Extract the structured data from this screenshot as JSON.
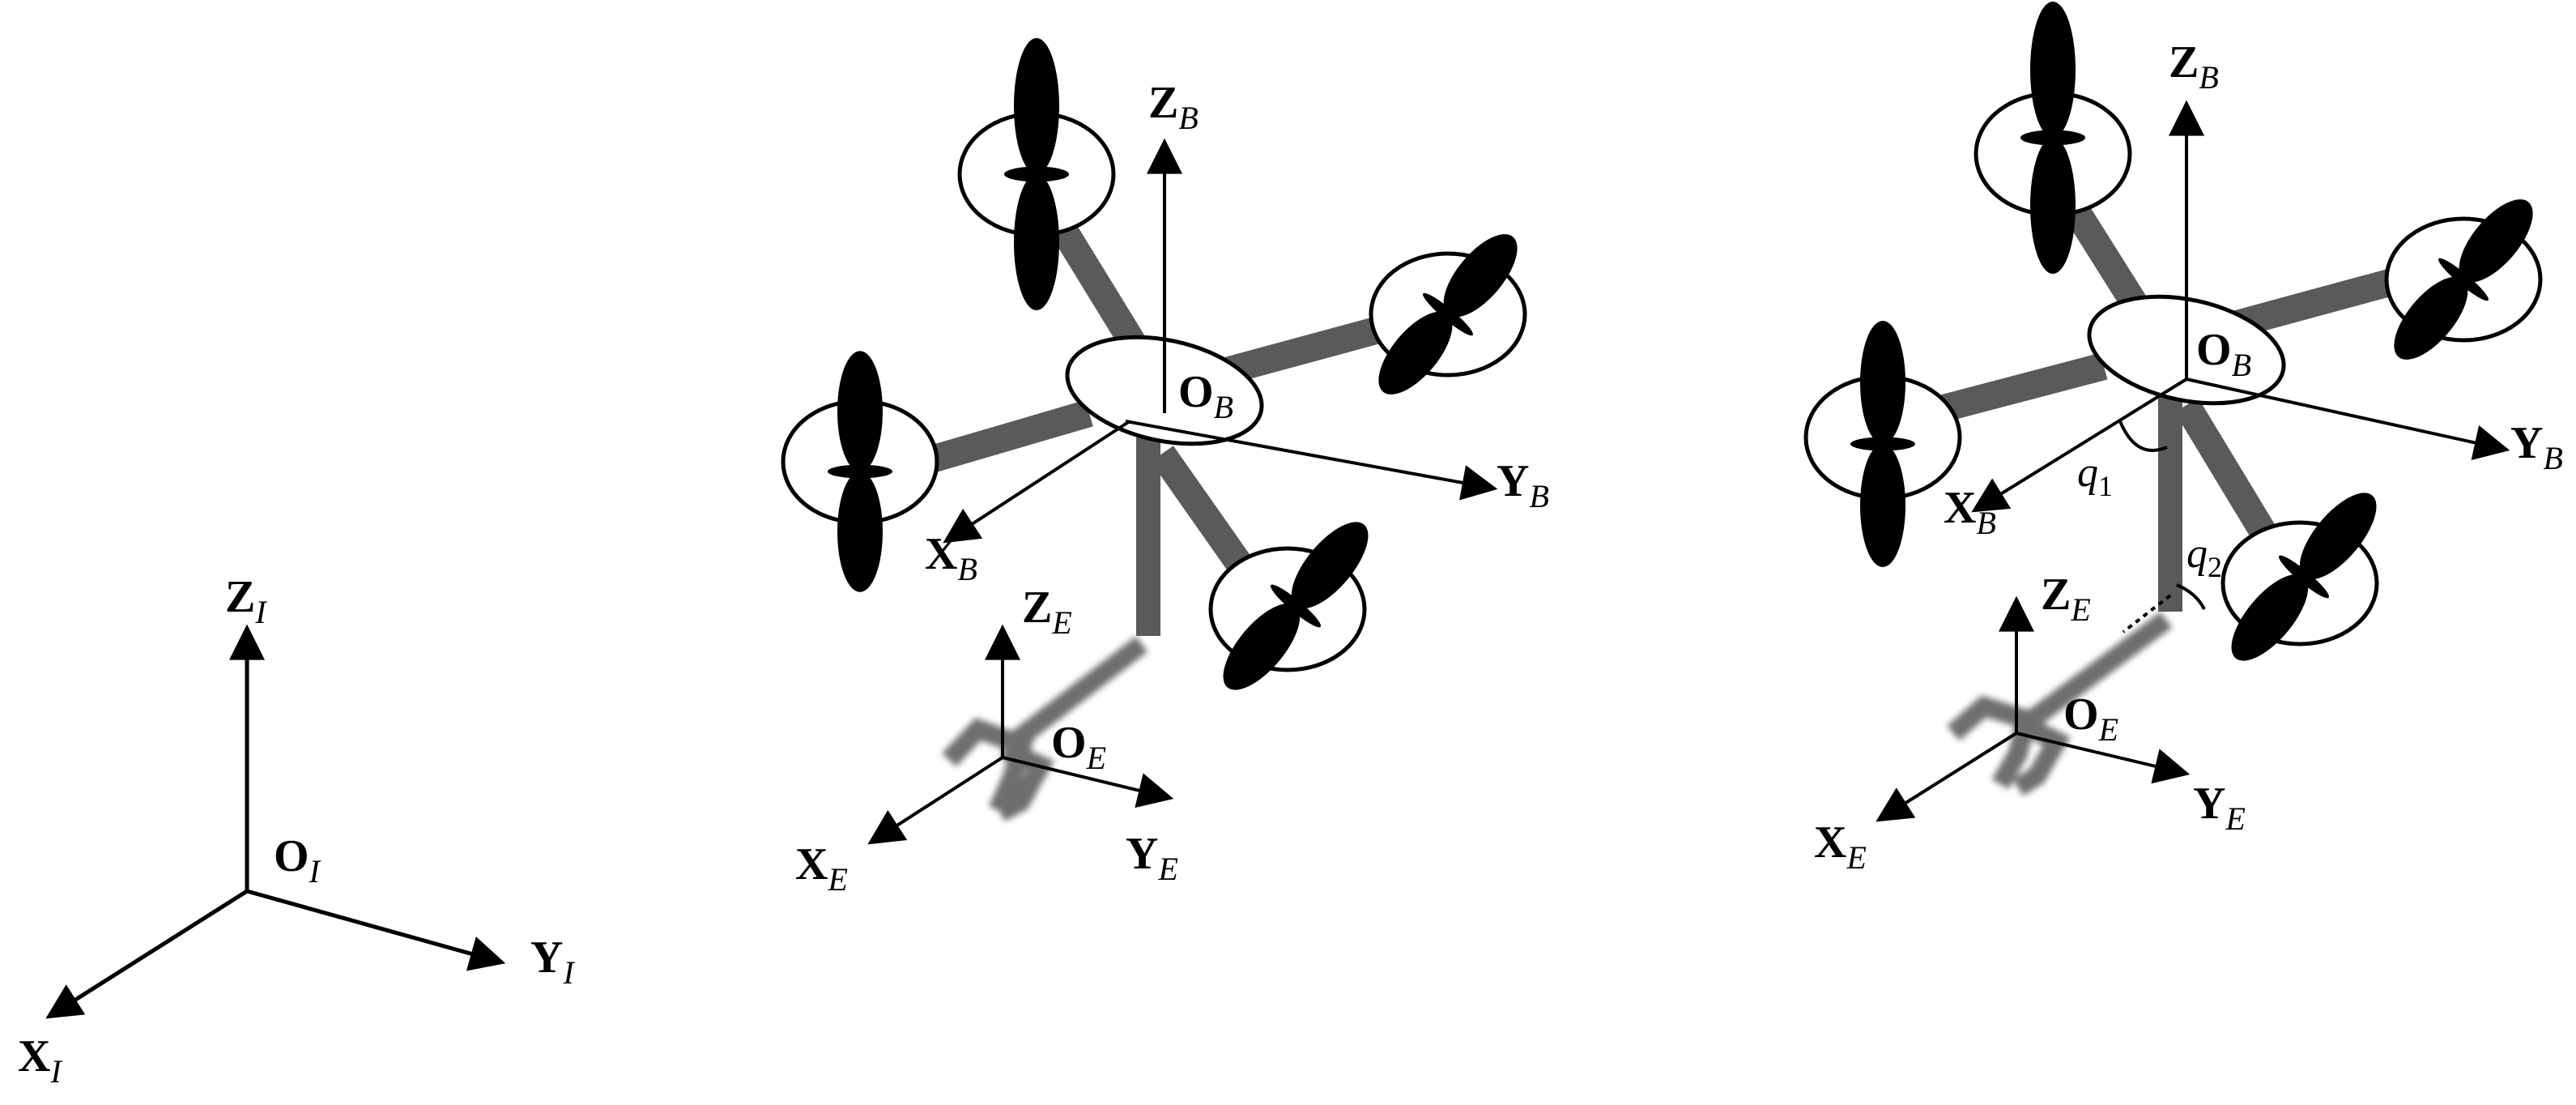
{
  "colors": {
    "line": "#000000",
    "arm": "#5a5a5a",
    "background": "#ffffff"
  },
  "frames": {
    "inertial": {
      "z": {
        "main": "Z",
        "sub": "I"
      },
      "origin": {
        "main": "O",
        "sub": "I"
      },
      "x": {
        "main": "X",
        "sub": "I"
      },
      "y": {
        "main": "Y",
        "sub": "I"
      }
    },
    "body1": {
      "z": {
        "main": "Z",
        "sub": "B"
      },
      "origin": {
        "main": "O",
        "sub": "B"
      },
      "x": {
        "main": "X",
        "sub": "B"
      },
      "y": {
        "main": "Y",
        "sub": "B"
      }
    },
    "ee1": {
      "z": {
        "main": "Z",
        "sub": "E"
      },
      "origin": {
        "main": "O",
        "sub": "E"
      },
      "x": {
        "main": "X",
        "sub": "E"
      },
      "y": {
        "main": "Y",
        "sub": "E"
      }
    },
    "body2": {
      "z": {
        "main": "Z",
        "sub": "B"
      },
      "origin": {
        "main": "O",
        "sub": "B"
      },
      "x": {
        "main": "X",
        "sub": "B"
      },
      "y": {
        "main": "Y",
        "sub": "B"
      }
    },
    "ee2": {
      "z": {
        "main": "Z",
        "sub": "E"
      },
      "origin": {
        "main": "O",
        "sub": "E"
      },
      "x": {
        "main": "X",
        "sub": "E"
      },
      "y": {
        "main": "Y",
        "sub": "E"
      }
    }
  },
  "joints": {
    "q1": {
      "main": "q",
      "sub": "1"
    },
    "q2": {
      "main": "q",
      "sub": "2"
    }
  }
}
